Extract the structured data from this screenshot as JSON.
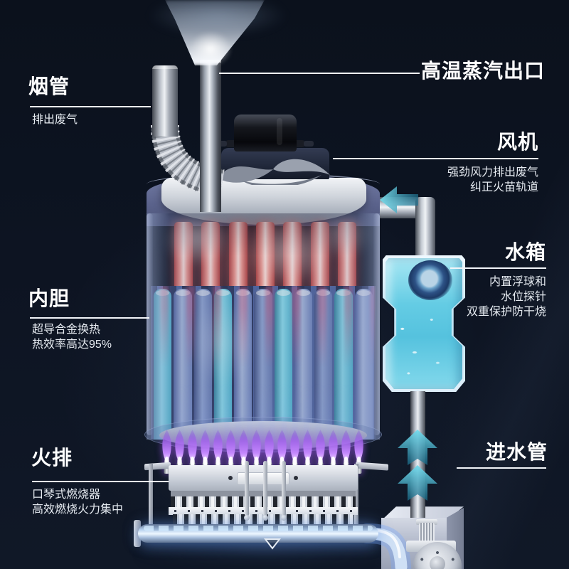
{
  "colors": {
    "background_top": "#0b111c",
    "background_bottom": "#101827",
    "label_text": "#ffffff",
    "leader_line": "#f2f5f9",
    "flow_arrow_teal": "#5fd3e8",
    "flame_purple": "#b06ef0",
    "heat_tube_red": "#ef9a93",
    "water_cyan": "#64cce4",
    "pipe_glow_blue": "#bcd9f7"
  },
  "labels": {
    "smoke_pipe": {
      "title": "烟管",
      "desc": [
        "排出废气"
      ]
    },
    "steam_outlet": {
      "title": "高温蒸汽出口"
    },
    "fan": {
      "title": "风机",
      "desc": [
        "强劲风力排出废气",
        "纠正火苗轨道"
      ]
    },
    "water_tank": {
      "title": "水箱",
      "desc": [
        "内置浮球和",
        "水位探针",
        "双重保护防干烧"
      ]
    },
    "inner_tank": {
      "title": "内胆",
      "desc": [
        "超导合金换热",
        "热效率高达95%"
      ]
    },
    "fire_row": {
      "title": "火排",
      "desc": [
        "口琴式燃烧器",
        "高效燃烧火力集中"
      ]
    },
    "inlet_pipe": {
      "title": "进水管"
    }
  }
}
